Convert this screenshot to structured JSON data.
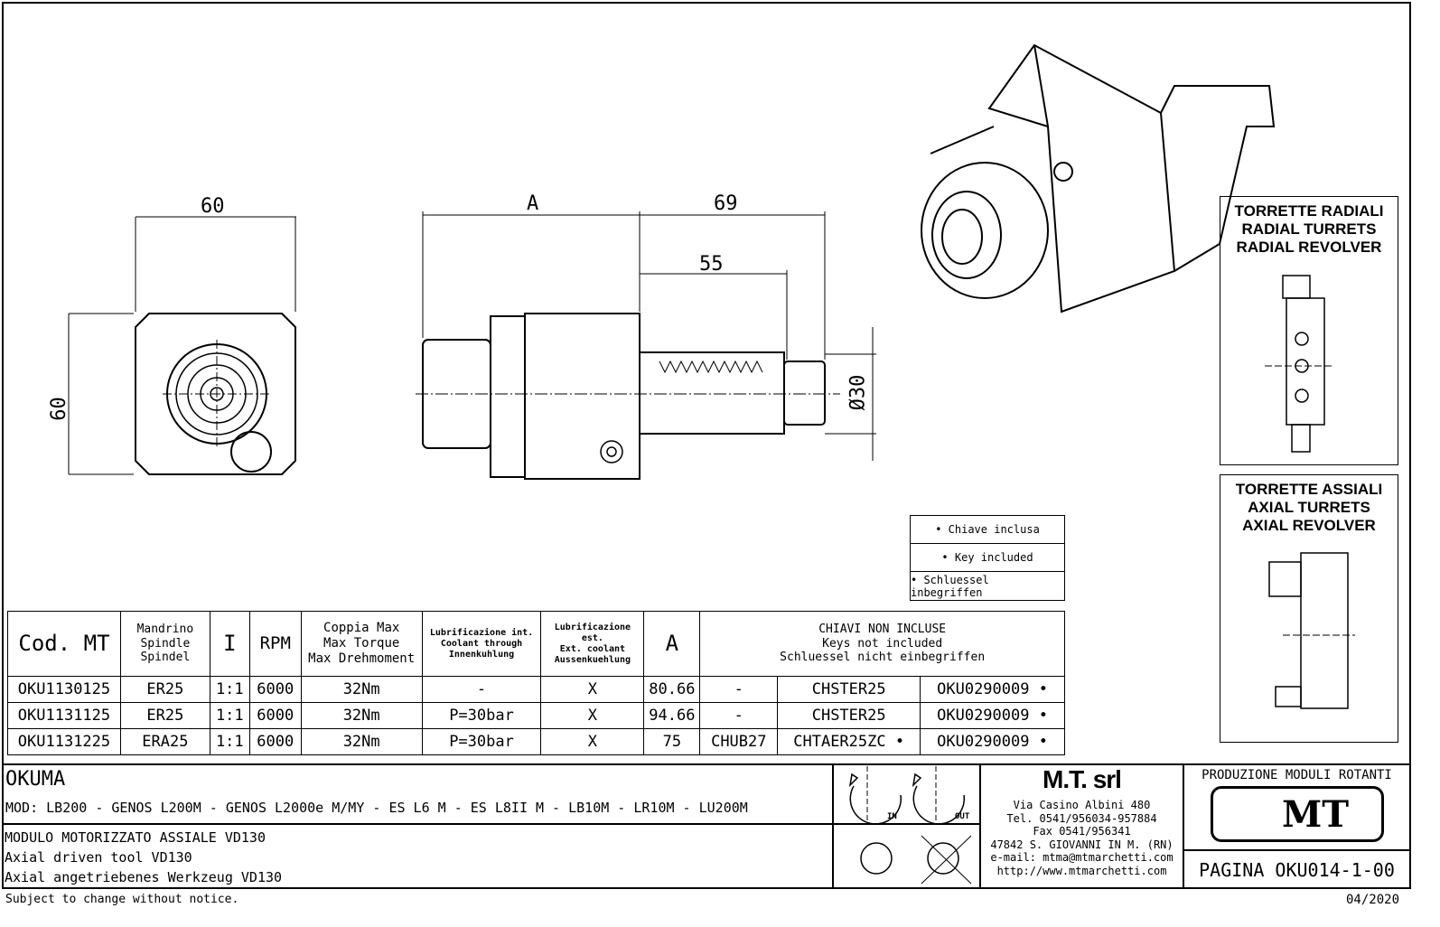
{
  "dimensions": {
    "front_width": "60",
    "front_height": "60",
    "length_a": "A",
    "length_69": "69",
    "length_55": "55",
    "diameter": "Ø30"
  },
  "panels": {
    "radial": [
      "TORRETTE RADIALI",
      "RADIAL TURRETS",
      "RADIAL REVOLVER"
    ],
    "axial": [
      "TORRETTE ASSIALI",
      "AXIAL TURRETS",
      "AXIAL REVOLVER"
    ]
  },
  "key_legend": [
    "• Chiave inclusa",
    "• Key included",
    "• Schluessel inbegriffen"
  ],
  "table": {
    "headers": {
      "code": "Cod. MT",
      "spindle": [
        "Mandrino",
        "Spindle",
        "Spindel"
      ],
      "ratio": "I",
      "rpm": "RPM",
      "torque": [
        "Coppia Max",
        "Max Torque",
        "Max Drehmoment"
      ],
      "coolant_int": [
        "Lubrificazione int.",
        "Coolant through",
        "Innenkuhlung"
      ],
      "coolant_ext": [
        "Lubrificazione est.",
        "Ext. coolant",
        "Aussenkuehlung"
      ],
      "a": "A",
      "keys": [
        "CHIAVI NON INCLUSE",
        "Keys not included",
        "Schluessel nicht einbegriffen"
      ]
    },
    "rows": [
      [
        "OKU1130125",
        "ER25",
        "1:1",
        "6000",
        "32Nm",
        "-",
        "X",
        "80.66",
        "-",
        "CHSTER25",
        "OKU0290009 •"
      ],
      [
        "OKU1131125",
        "ER25",
        "1:1",
        "6000",
        "32Nm",
        "P=30bar",
        "X",
        "94.66",
        "-",
        "CHSTER25",
        "OKU0290009 •"
      ],
      [
        "OKU1131225",
        "ERA25",
        "1:1",
        "6000",
        "32Nm",
        "P=30bar",
        "X",
        "75",
        "CHUB27",
        "CHTAER25ZC •",
        "OKU0290009 •"
      ]
    ]
  },
  "title_block": {
    "brand": "OKUMA",
    "models": "MOD: LB200 - GENOS L200M - GENOS L2000e M/MY - ES L6 M - ES L8II M - LB10M - LR10M - LU200M",
    "desc": [
      "MODULO MOTORIZZATO ASSIALE VD130",
      "Axial driven tool VD130",
      "Axial angetriebenes Werkzeug VD130"
    ],
    "rotation_in": "IN",
    "rotation_out": "OUT",
    "company": "M.T. srl",
    "address": [
      "Via Casino Albini 480",
      "Tel. 0541/956034-957884",
      "Fax 0541/956341",
      "47842 S. GIOVANNI IN M. (RN)",
      "e-mail: mtma@mtmarchetti.com",
      "http://www.mtmarchetti.com"
    ],
    "production": "PRODUZIONE MODULI ROTANTI",
    "logo": "MT",
    "page": "PAGINA OKU014-1-00"
  },
  "footer": {
    "notice": "Subject to change without notice.",
    "date": "04/2020"
  }
}
